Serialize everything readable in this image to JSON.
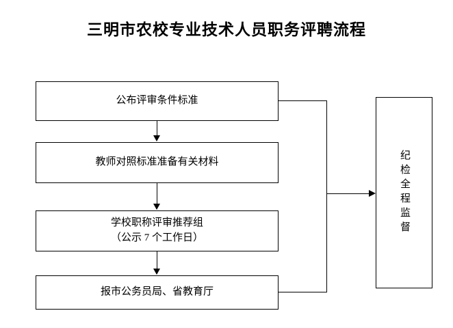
{
  "title": "三明市农校专业技术人员职务评聘流程",
  "theme": {
    "background": "#ffffff",
    "stroke": "#000000",
    "text": "#000000"
  },
  "flow": {
    "steps": [
      {
        "id": "publish",
        "line1": "公布评审条件标准"
      },
      {
        "id": "prepare",
        "line1": "教师对照标准准备有关材料"
      },
      {
        "id": "recommend",
        "line1": "学校职称评审推荐组",
        "line2": "（公示 7 个工作日）"
      },
      {
        "id": "report",
        "line1": "报市公务员局、省教育厅"
      }
    ],
    "supervision": {
      "label": "纪检全程监督"
    }
  }
}
